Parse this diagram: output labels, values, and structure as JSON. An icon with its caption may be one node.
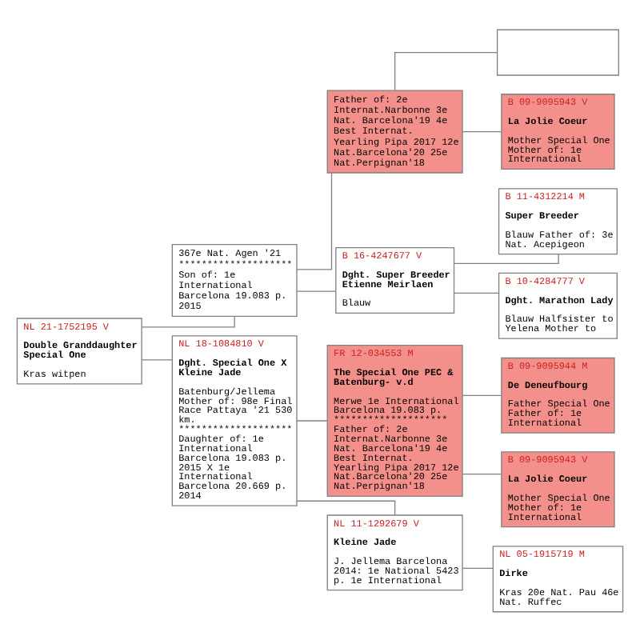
{
  "diagram": {
    "nodes": [
      {
        "text": [
          "NL 21-1752195 V",
          "Double Granddaughter Special One",
          "Kras witpen"
        ]
      },
      {
        "text": [
          "367e Nat. Agen '21 ******************** Son of: 1e International Barcelona 19.083 p. 2015"
        ]
      },
      {
        "text": [
          "Father of: 2e Internat.Narbonne 3e Nat. Barcelona'19 4e Best Internat. Yearling Pipa 2017 12e Nat.Barcelona'20 25e Nat.Perpignan'18"
        ]
      },
      {
        "text": [],
        "shape": "box"
      },
      {
        "text": [
          "B 09-9095943 V",
          "La Jolie Coeur",
          "Mother Special One Mother of: 1e International"
        ]
      },
      {
        "text": [
          "B 16-4247677 V",
          "Dght. Super Breeder Etienne Meirlaen",
          "Blauw"
        ]
      },
      {
        "text": [
          "B 11-4312214 M",
          "Super Breeder",
          "Blauw Father of: 3e Nat. Acepigeon"
        ]
      },
      {
        "text": [
          "B 10-4284777 V",
          "Dght. Marathon Lady",
          "Blauw Halfsister to Yelena Mother to"
        ]
      },
      {
        "text": [
          "NL 18-1084810 V",
          "Dght. Special One X Kleine Jade",
          "Batenburg/Jellema Mother of: 98e Final Race Pattaya '21 530 km. ******************** Daughter of: 1e International Barcelona 19.083 p. 2015 X 1e International Barcelona 20.669 p. 2014"
        ]
      },
      {
        "text": [
          "FR 12-034553 M",
          "The Special One PEC & Batenburg- v.d",
          "Merwe 1e International Barcelona 19.083 p. ******************** Father of: 2e Internat.Narbonne 3e Nat. Barcelona'19 4e Best Internat. Yearling Pipa 2017 12e Nat.Barcelona'20 25e Nat.Perpignan'18"
        ]
      },
      {
        "text": [
          "B 09-9095944 M",
          "De Deneufbourg",
          "Father Special One Father of: 1e International"
        ]
      },
      {
        "text": [
          "B 09-9095943 V",
          "La Jolie Coeur",
          "Mother Special One Mother of: 1e International"
        ]
      },
      {
        "text": [
          "NL 11-1292679 V",
          "Kleine Jade",
          "J. Jellema Barcelona 2014: 1e National 5423 p. 1e International"
        ]
      },
      {
        "text": [
          "NL 05-1915719 M",
          "Dirke",
          "Kras 20e Nat. Pau 46e Nat. Ruffec"
        ]
      }
    ],
    "edges": [
      {
        "from": 0,
        "to": 1,
        "arrow": "none"
      },
      {
        "from": 0,
        "to": 8,
        "arrow": "none"
      },
      {
        "from": 1,
        "to": 2,
        "arrow": "none"
      },
      {
        "from": 1,
        "to": 5,
        "arrow": "none"
      },
      {
        "from": 2,
        "to": 3,
        "arrow": "none"
      },
      {
        "from": 2,
        "to": 4,
        "arrow": "none"
      },
      {
        "from": 5,
        "to": 6,
        "arrow": "none"
      },
      {
        "from": 5,
        "to": 7,
        "arrow": "none"
      },
      {
        "from": 8,
        "to": 9,
        "arrow": "none"
      },
      {
        "from": 8,
        "to": 12,
        "arrow": "none"
      },
      {
        "from": 9,
        "to": 10,
        "arrow": "none"
      },
      {
        "from": 9,
        "to": 11,
        "arrow": "none"
      },
      {
        "from": 12,
        "to": 13,
        "arrow": "none"
      }
    ]
  }
}
